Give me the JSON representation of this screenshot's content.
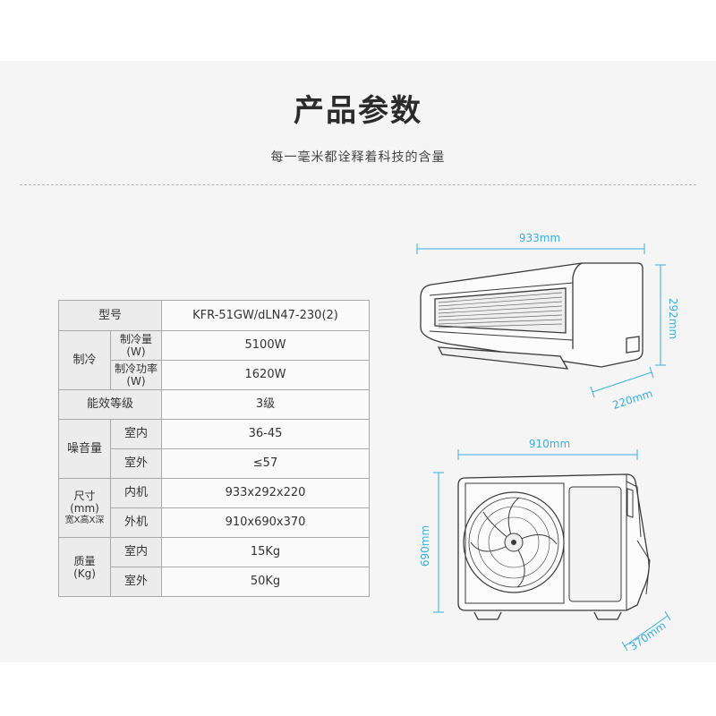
{
  "header": {
    "title": "产品参数",
    "subtitle": "每一毫米都诠释着科技的含量"
  },
  "spec_table": {
    "model": {
      "label": "型号",
      "value": "KFR-51GW/dLN47-230(2)"
    },
    "cooling": {
      "label": "制冷",
      "capacity": {
        "label_line1": "制冷量",
        "label_line2": "(W)",
        "value": "5100W"
      },
      "power": {
        "label_line1": "制冷功率",
        "label_line2": "(W)",
        "value": "1620W"
      }
    },
    "efficiency": {
      "label": "能效等级",
      "value": "3级"
    },
    "noise": {
      "label": "噪音量",
      "indoor": {
        "label": "室内",
        "value": "36-45"
      },
      "outdoor": {
        "label": "室外",
        "value": "≤57"
      }
    },
    "size": {
      "label_line1": "尺寸",
      "label_line2": "(mm)",
      "label_line3": "宽X高X深",
      "indoor": {
        "label": "内机",
        "value": "933x292x220"
      },
      "outdoor": {
        "label": "外机",
        "value": "910x690x370"
      }
    },
    "weight": {
      "label_line1": "质量",
      "label_line2": "(Kg)",
      "indoor": {
        "label": "室内",
        "value": "15Kg"
      },
      "outdoor": {
        "label": "室外",
        "value": "50Kg"
      }
    }
  },
  "dimensions": {
    "indoor_width": "933mm",
    "indoor_height": "292mm",
    "indoor_depth": "220mm",
    "outdoor_width": "910mm",
    "outdoor_height": "690mm",
    "outdoor_depth": "370mm"
  },
  "colors": {
    "dimension_line": "#39aee0",
    "unit_outline": "#3a3a3a"
  }
}
